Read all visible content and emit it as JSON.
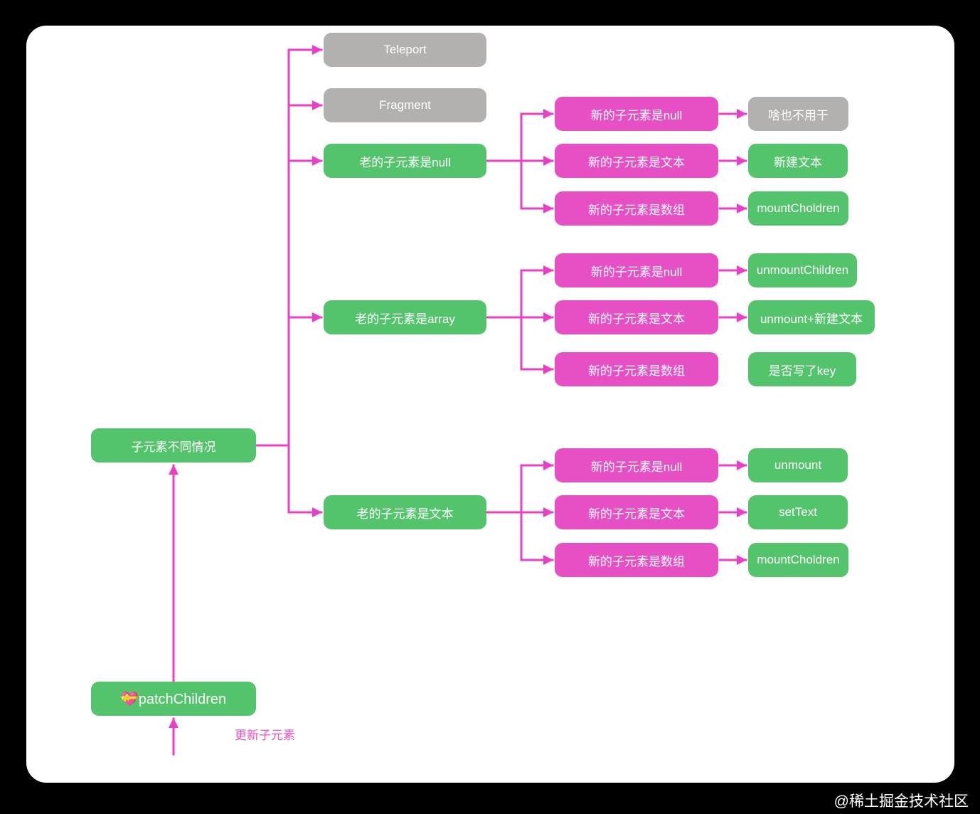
{
  "watermark": "@稀土掘金技术社区",
  "colors": {
    "background": "#000000",
    "panel": "#ffffff",
    "green": "#53c46b",
    "pink": "#e74fc5",
    "gray": "#b2b1b0",
    "line": "#e93fc7",
    "annotation_text": "#ed4fc4"
  },
  "root": {
    "label": "💝patchChildren",
    "annotation": "更新子元素"
  },
  "hub": {
    "label": "子元素不同情况"
  },
  "special_types": [
    {
      "label": "Teleport"
    },
    {
      "label": "Fragment"
    }
  ],
  "groups": [
    {
      "label": "老的子元素是null",
      "rows": [
        {
          "case": "新的子元素是null",
          "result": "啥也不用干",
          "result_color": "gray",
          "arrow": true
        },
        {
          "case": "新的子元素是文本",
          "result": "新建文本",
          "result_color": "green",
          "arrow": true
        },
        {
          "case": "新的子元素是数组",
          "result": "mountCholdren",
          "result_color": "green",
          "arrow": true
        }
      ]
    },
    {
      "label": "老的子元素是array",
      "rows": [
        {
          "case": "新的子元素是null",
          "result": "unmountChildren",
          "result_color": "green",
          "arrow": true
        },
        {
          "case": "新的子元素是文本",
          "result": "unmount+新建文本",
          "result_color": "green",
          "arrow": true
        },
        {
          "case": "新的子元素是数组",
          "result": "是否写了key",
          "result_color": "green",
          "arrow": false
        }
      ]
    },
    {
      "label": "老的子元素是文本",
      "rows": [
        {
          "case": "新的子元素是null",
          "result": "unmount",
          "result_color": "green",
          "arrow": true
        },
        {
          "case": "新的子元素是文本",
          "result": "setText",
          "result_color": "green",
          "arrow": true
        },
        {
          "case": "新的子元素是数组",
          "result": "mountCholdren",
          "result_color": "green",
          "arrow": true
        }
      ]
    }
  ]
}
